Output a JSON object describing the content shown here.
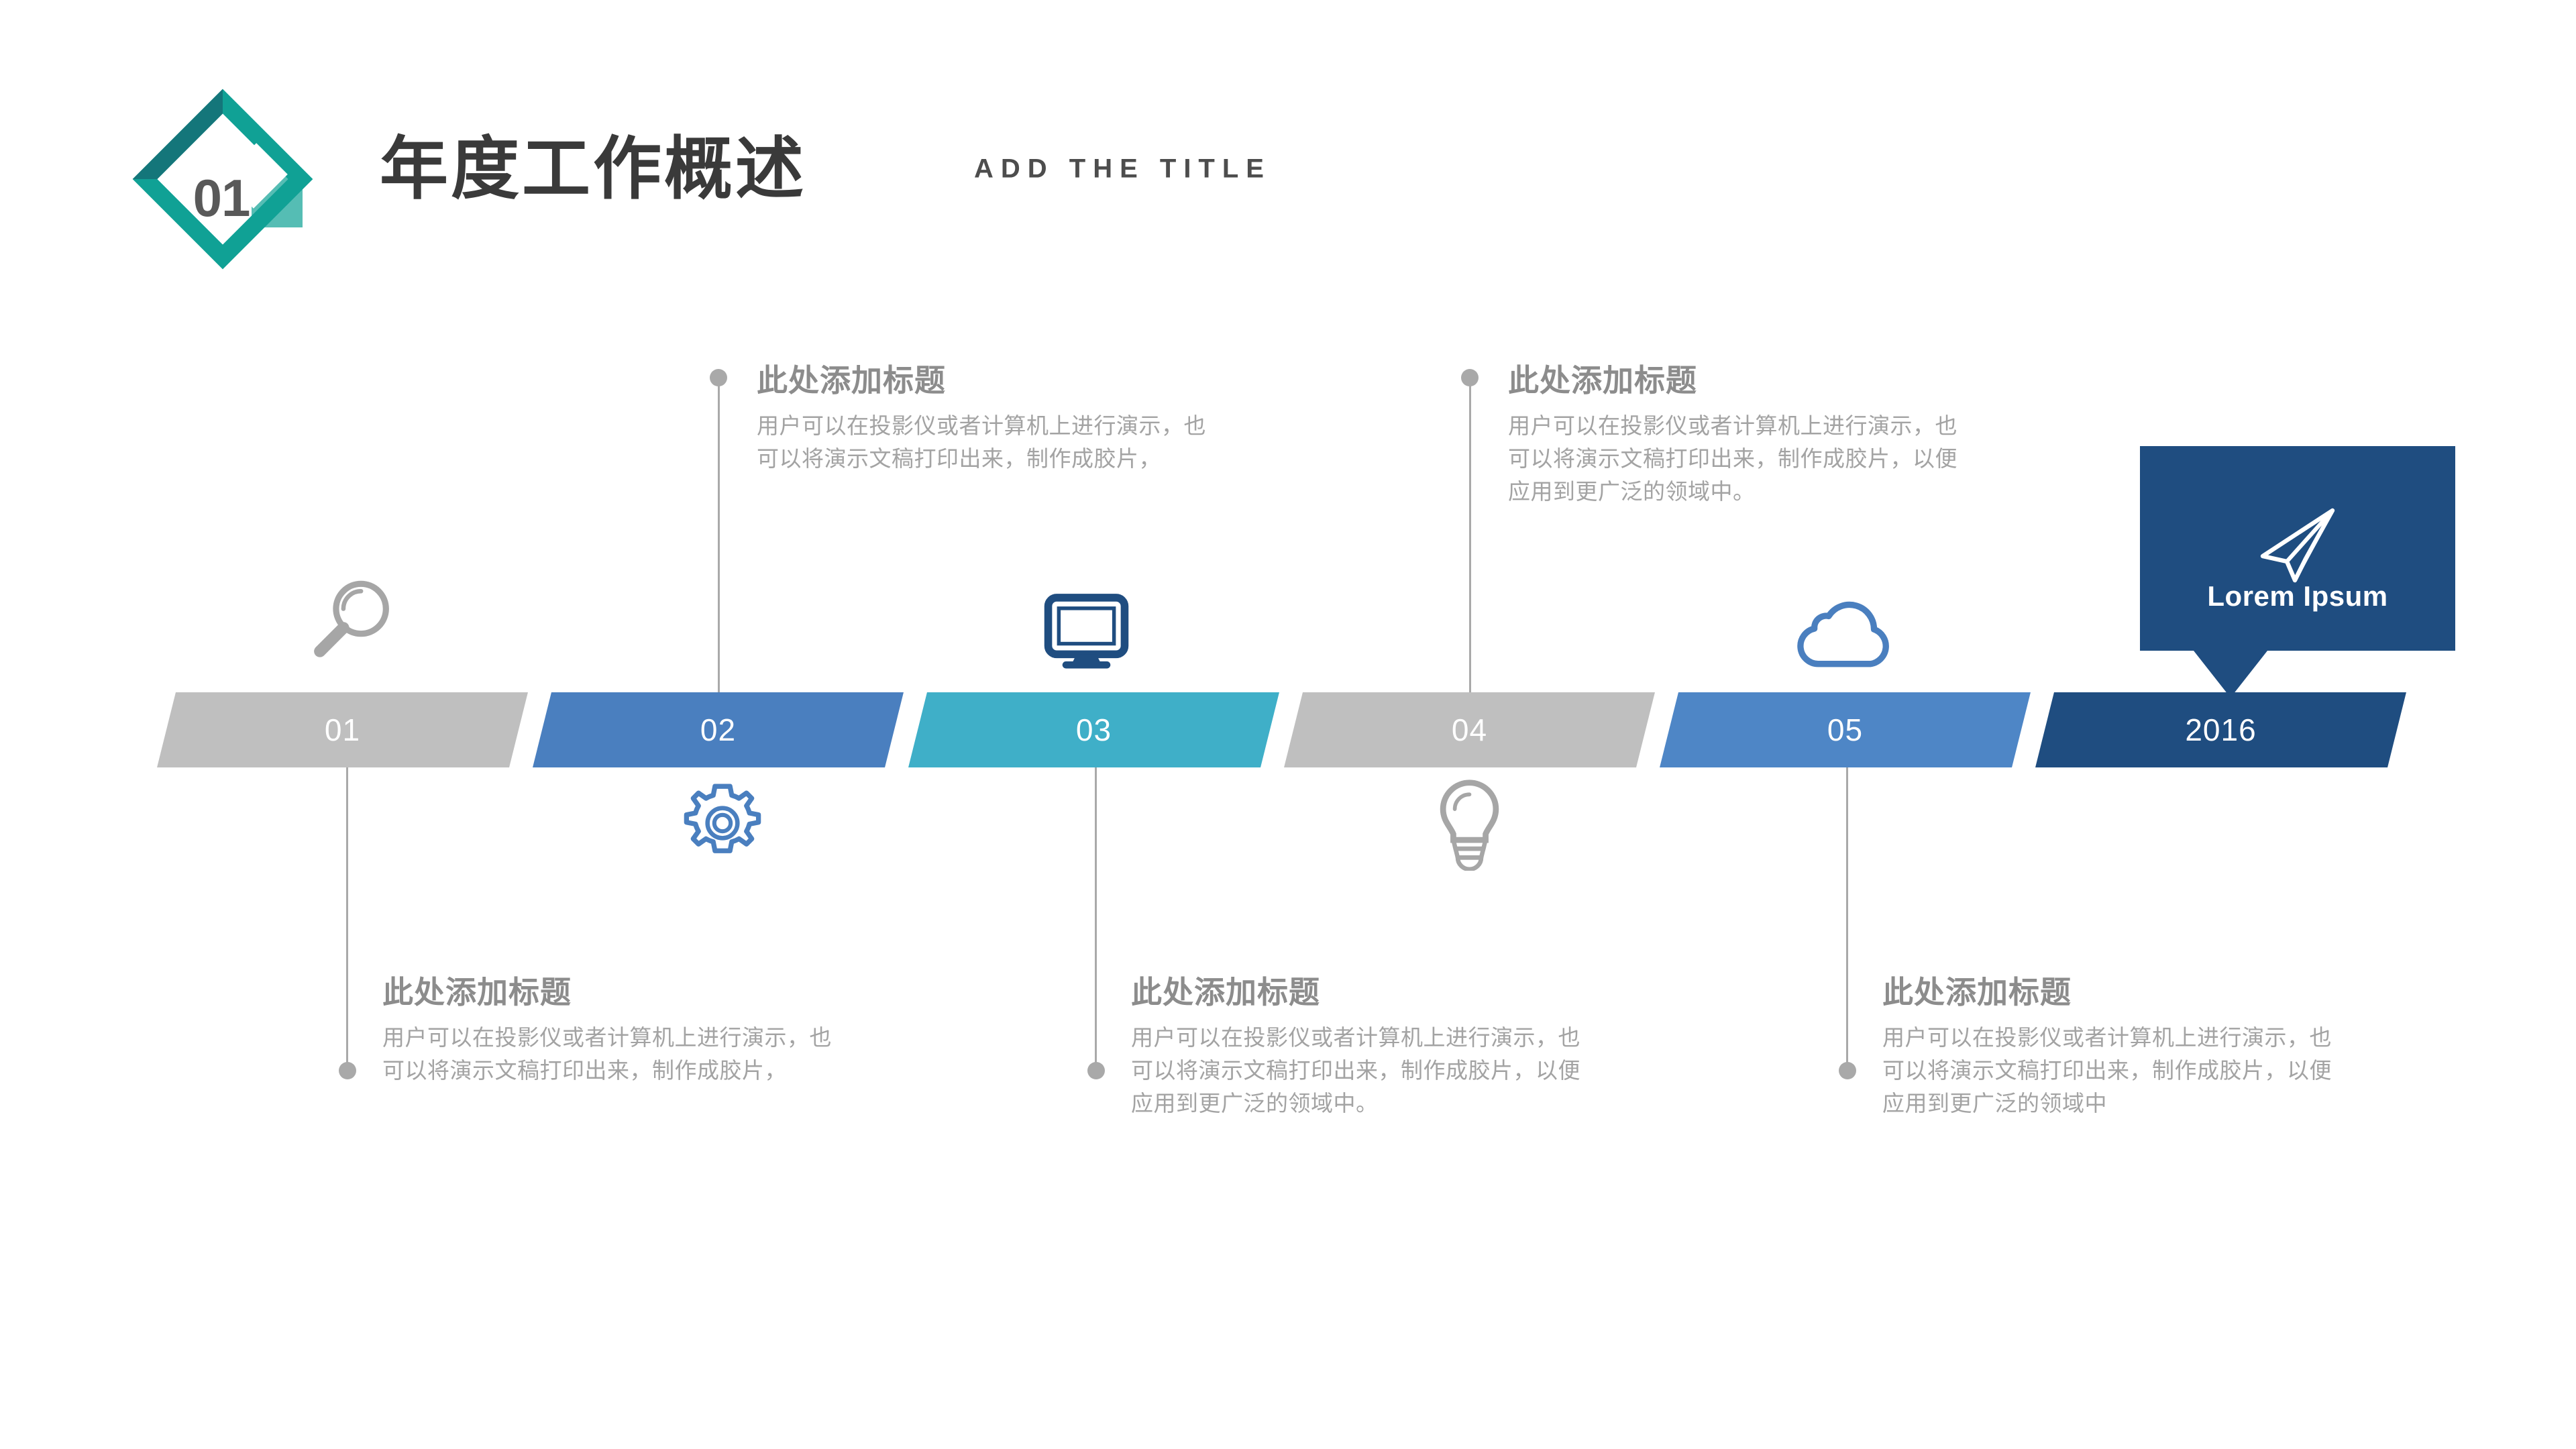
{
  "header": {
    "badge_number": "01",
    "title_cn": "年度工作概述",
    "title_en": "ADD THE TITLE"
  },
  "colors": {
    "teal_logo": "#10a195",
    "teal_logo_dark": "#14767a",
    "teal_logo_light": "#55bdb4",
    "gray_bar": "#bfbfbf",
    "blue_bar": "#4a7fbf",
    "cyan_bar": "#3fafc8",
    "blue_light_bar": "#4e86c6",
    "navy_bar": "#1f4d80",
    "connector": "#a9a9a9",
    "heading_text": "#8c8c8c",
    "body_text": "#a3a3a3"
  },
  "timeline": {
    "steps": [
      {
        "label": "01",
        "color": "#bfbfbf",
        "icon": "magnifier-icon",
        "icon_color": "#a6a6a6"
      },
      {
        "label": "02",
        "color": "#4a7fbf",
        "icon": "gear-icon",
        "icon_color": "#4a7fbf"
      },
      {
        "label": "03",
        "color": "#3fafc8",
        "icon": "monitor-icon",
        "icon_color": "#1f4d80"
      },
      {
        "label": "04",
        "color": "#bfbfbf",
        "icon": "lightbulb-icon",
        "icon_color": "#a6a6a6"
      },
      {
        "label": "05",
        "color": "#4e86c6",
        "icon": "cloud-icon",
        "icon_color": "#4a7fbf"
      },
      {
        "label": "2016",
        "color": "#1f4d80",
        "icon": "none",
        "icon_color": "#ffffff"
      }
    ]
  },
  "callout": {
    "icon": "paper-plane-icon",
    "label": "Lorem Ipsum"
  },
  "blocks": {
    "top": [
      {
        "position": "above-02",
        "title": "此处添加标题",
        "body": "用户可以在投影仪或者计算机上进行演示，也可以将演示文稿打印出来，制作成胶片，"
      },
      {
        "position": "above-04",
        "title": "此处添加标题",
        "body": "用户可以在投影仪或者计算机上进行演示，也可以将演示文稿打印出来，制作成胶片，以便应用到更广泛的领域中。"
      }
    ],
    "bottom": [
      {
        "position": "below-01",
        "title": "此处添加标题",
        "body": "用户可以在投影仪或者计算机上进行演示，也可以将演示文稿打印出来，制作成胶片，"
      },
      {
        "position": "below-03",
        "title": "此处添加标题",
        "body": "用户可以在投影仪或者计算机上进行演示，也可以将演示文稿打印出来，制作成胶片，以便应用到更广泛的领域中。"
      },
      {
        "position": "below-05",
        "title": "此处添加标题",
        "body": "用户可以在投影仪或者计算机上进行演示，也可以将演示文稿打印出来，制作成胶片，以便应用到更广泛的领域中"
      }
    ]
  }
}
